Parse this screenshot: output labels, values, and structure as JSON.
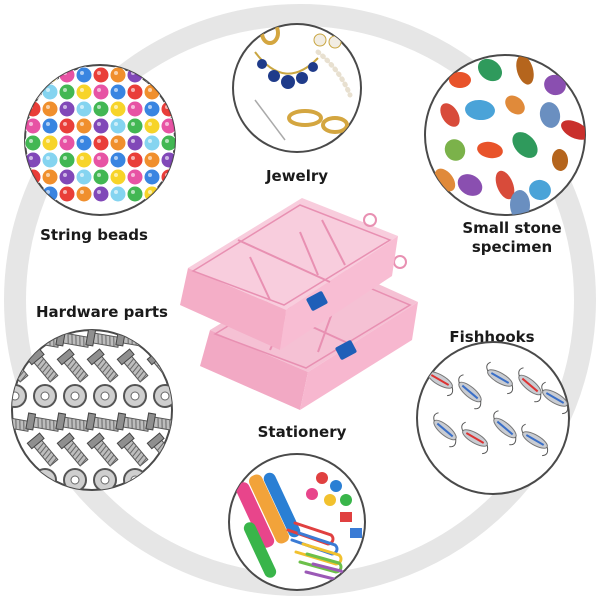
{
  "labels": {
    "jewelry": "Jewelry",
    "string_beads": "String beads",
    "small_stone_line1": "Small stone",
    "small_stone_line2": "specimen",
    "hardware_parts": "Hardware parts",
    "fishhooks": "Fishhooks",
    "stationery": "Stationery"
  },
  "icons": {
    "center": "pink-organizer-box-icon",
    "jewelry": "jewelry-icon",
    "beads": "beads-icon",
    "stones": "stones-icon",
    "hardware": "screws-bolts-icon",
    "fishhooks": "fishing-lures-icon",
    "stationery": "paper-clips-icon"
  },
  "colors": {
    "ring": "#e6e6e6",
    "bubble_border": "#4a4a4a",
    "box_pink": "#f7b7cf",
    "latch_blue": "#1f5fb8"
  }
}
